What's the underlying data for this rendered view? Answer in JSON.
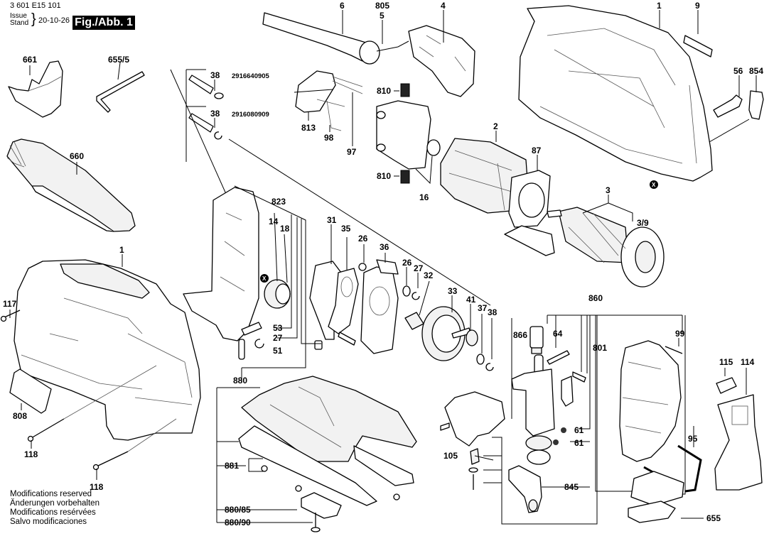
{
  "header": {
    "document_number": "3 601 E15 101",
    "issue_label": "Issue",
    "stand_label": "Stand",
    "issue_date": "20-10-26",
    "figure_label": "Fig./Abb. 1"
  },
  "notes": [
    "Modifications reserved",
    "Änderungen vorbehalten",
    "Modifications resérvées",
    "Salvo modificaciones"
  ],
  "reference_marker": "X",
  "parts": {
    "p661": "661",
    "p655_5": "655/5",
    "p660": "660",
    "p1_left": "1",
    "p117": "117",
    "p808": "808",
    "p118_a": "118",
    "p118_b": "118",
    "p38_a": "38",
    "p38_a_code": "2916640905",
    "p38_b": "38",
    "p38_b_code": "2916080909",
    "p6": "6",
    "p805": "805",
    "p5": "5",
    "p4": "4",
    "p1_right": "1",
    "p9": "9",
    "p56": "56",
    "p854": "854",
    "p813": "813",
    "p98": "98",
    "p97": "97",
    "p810_a": "810",
    "p810_b": "810",
    "p16": "16",
    "p2": "2",
    "p87": "87",
    "p3": "3",
    "p3_9": "3/9",
    "p823": "823",
    "p14": "14",
    "p18": "18",
    "p53": "53",
    "p27_a": "27",
    "p51": "51",
    "p31": "31",
    "p35": "35",
    "p26_a": "26",
    "p36": "36",
    "p26_b": "26",
    "p27_b": "27",
    "p32": "32",
    "p33": "33",
    "p41": "41",
    "p37": "37",
    "p38_c": "38",
    "p880": "880",
    "p881": "881",
    "p880_85": "880/85",
    "p880_90": "880/90",
    "p860": "860",
    "p866": "866",
    "p64": "64",
    "p801": "801",
    "p61_a": "61",
    "p61_b": "61",
    "p105": "105",
    "p845": "845",
    "p99": "99",
    "p115": "115",
    "p114": "114",
    "p95": "95",
    "p655": "655"
  }
}
